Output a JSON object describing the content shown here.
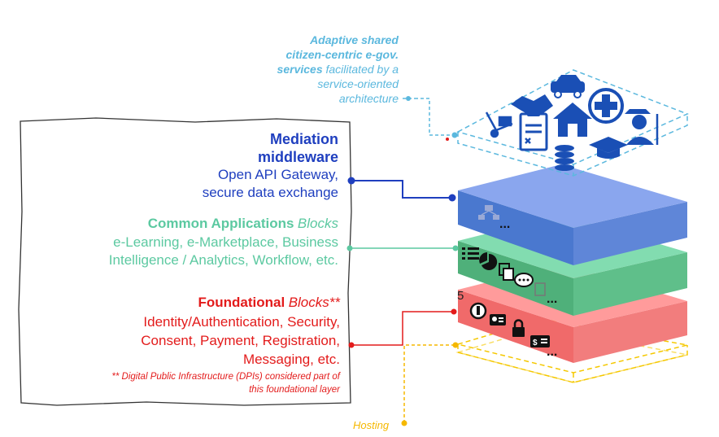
{
  "services_caption": {
    "bold_lines": [
      "Adaptive shared",
      "citizen-centric e-gov.",
      "services"
    ],
    "rest_lines": [
      " facilitated by a",
      "service-oriented",
      "architecture"
    ]
  },
  "mediation": {
    "title_line1": "Mediation",
    "title_line2": "middleware",
    "body_line1": "Open API Gateway,",
    "body_line2": "secure data exchange"
  },
  "common_apps": {
    "title": "Common Applications",
    "title_em": "Blocks",
    "body_line1": "e-Learning, e-Marketplace, Business",
    "body_line2": "Intelligence / Analytics, Workflow, etc."
  },
  "foundational": {
    "title": "Foundational",
    "title_em": "Blocks**",
    "body_line1": "Identity/Authentication, Security,",
    "body_line2": "Consent, Payment, Registration,",
    "body_line3": "Messaging, etc.",
    "note_line1": "** Digital Public Infrastructure (DPIs) considered part of",
    "note_line2": "this foundational layer"
  },
  "hosting_label": "Hosting",
  "layer_number": "5",
  "ellipsis": "...",
  "colors": {
    "services": "#5bb8de",
    "mediation": "#1f3fbf",
    "applications": "#5cc9a1",
    "foundational": "#e31b1b",
    "hosting": "#f5b800"
  },
  "icons": {
    "services": [
      "car-icon",
      "handshake-icon",
      "checklist-icon",
      "house-icon",
      "medical-cross-icon",
      "farmer-icon",
      "coins-icon",
      "graduation-cap-icon",
      "hand-truck-icon"
    ],
    "mediation": [
      "network-icon"
    ],
    "applications": [
      "list-icon",
      "pie-chart-icon",
      "copy-icon",
      "chat-icon",
      "clipboard-icon"
    ],
    "foundational": [
      "fingerprint-icon",
      "id-card-icon",
      "lock-icon",
      "payment-card-icon"
    ]
  }
}
